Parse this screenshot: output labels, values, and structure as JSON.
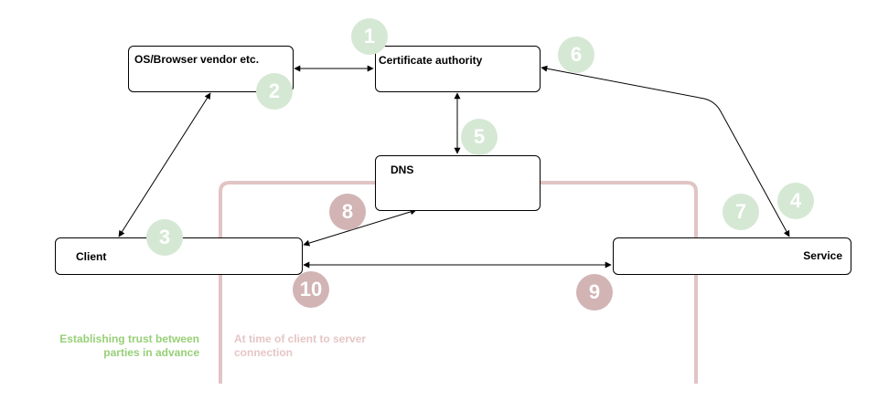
{
  "nodes": {
    "vendor": "OS/Browser vendor etc.",
    "ca": "Certificate authority",
    "dns": "DNS",
    "client": "Client",
    "service": "Service"
  },
  "badges": {
    "b1": "1",
    "b2": "2",
    "b3": "3",
    "b4": "4",
    "b5": "5",
    "b6": "6",
    "b7": "7",
    "b8": "8",
    "b9": "9",
    "b10": "10"
  },
  "captions": {
    "advance_line1": "Establishing trust between",
    "advance_line2": "parties in advance",
    "connection_line1": "At time of client to server",
    "connection_line2": "connection"
  },
  "colors": {
    "green_badge": "#d5e8d4",
    "red_badge": "#d2b4b4",
    "green_text": "#97d077",
    "red_text": "#e6c6c6",
    "region_border": "#e1c4c4"
  }
}
